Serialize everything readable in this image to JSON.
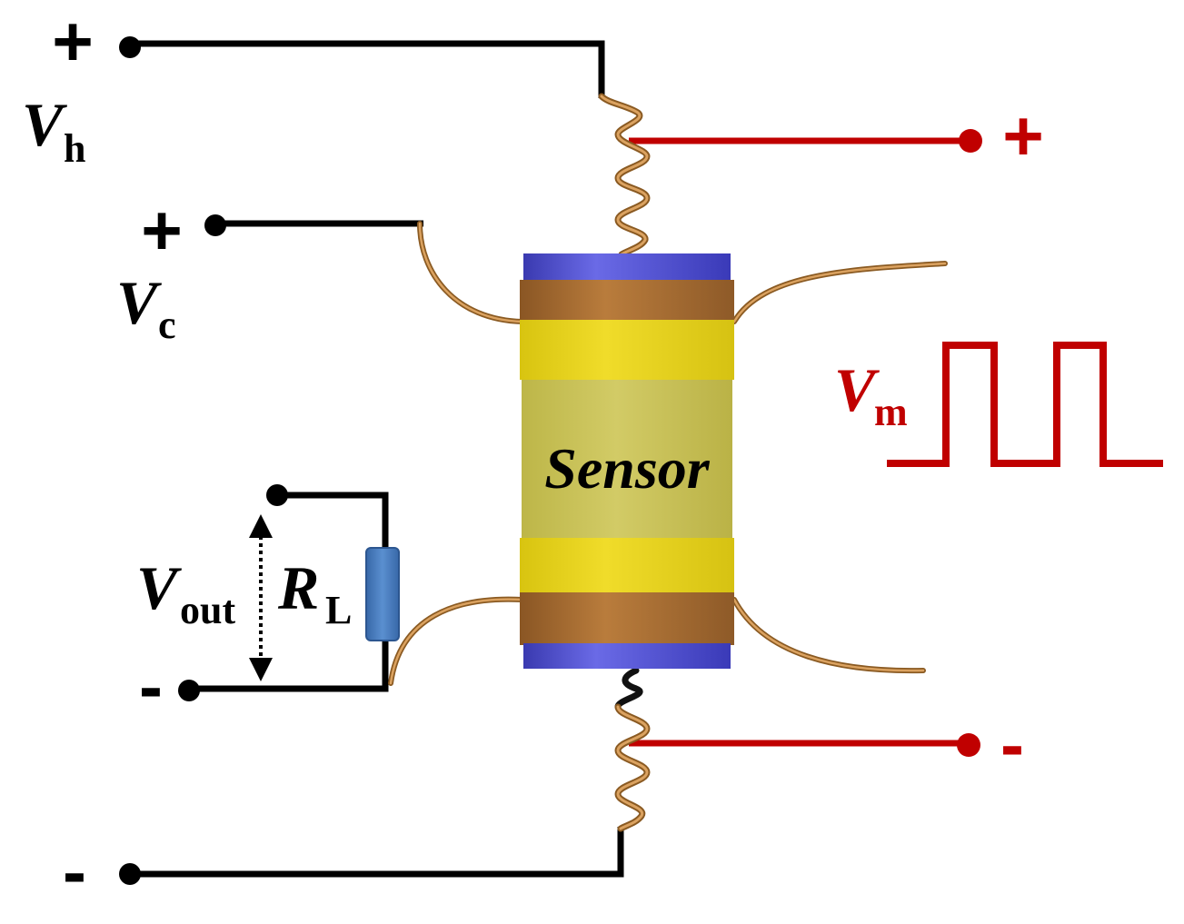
{
  "diagram": {
    "sensor": {
      "label": "Sensor"
    },
    "heater_supply": {
      "symbol": "V",
      "subscript": "h",
      "plus": "+",
      "minus": "-"
    },
    "circuit_supply": {
      "symbol": "V",
      "subscript": "c",
      "plus": "+"
    },
    "output": {
      "symbol": "V",
      "subscript": "out",
      "minus": "-"
    },
    "load_resistor": {
      "symbol": "R",
      "subscript": "L"
    },
    "modulation": {
      "symbol": "V",
      "subscript": "m",
      "plus": "+",
      "minus": "-"
    }
  },
  "colors": {
    "wire_black": "#000000",
    "wire_red": "#c00000",
    "lead_copper": "#c8853a",
    "end_cap_blue": "#4a4acf",
    "band_brown": "#a86e32",
    "band_yellow": "#e6d21e",
    "body_olive": "#c9c25a",
    "resistor_blue": "#4a7fc0"
  }
}
